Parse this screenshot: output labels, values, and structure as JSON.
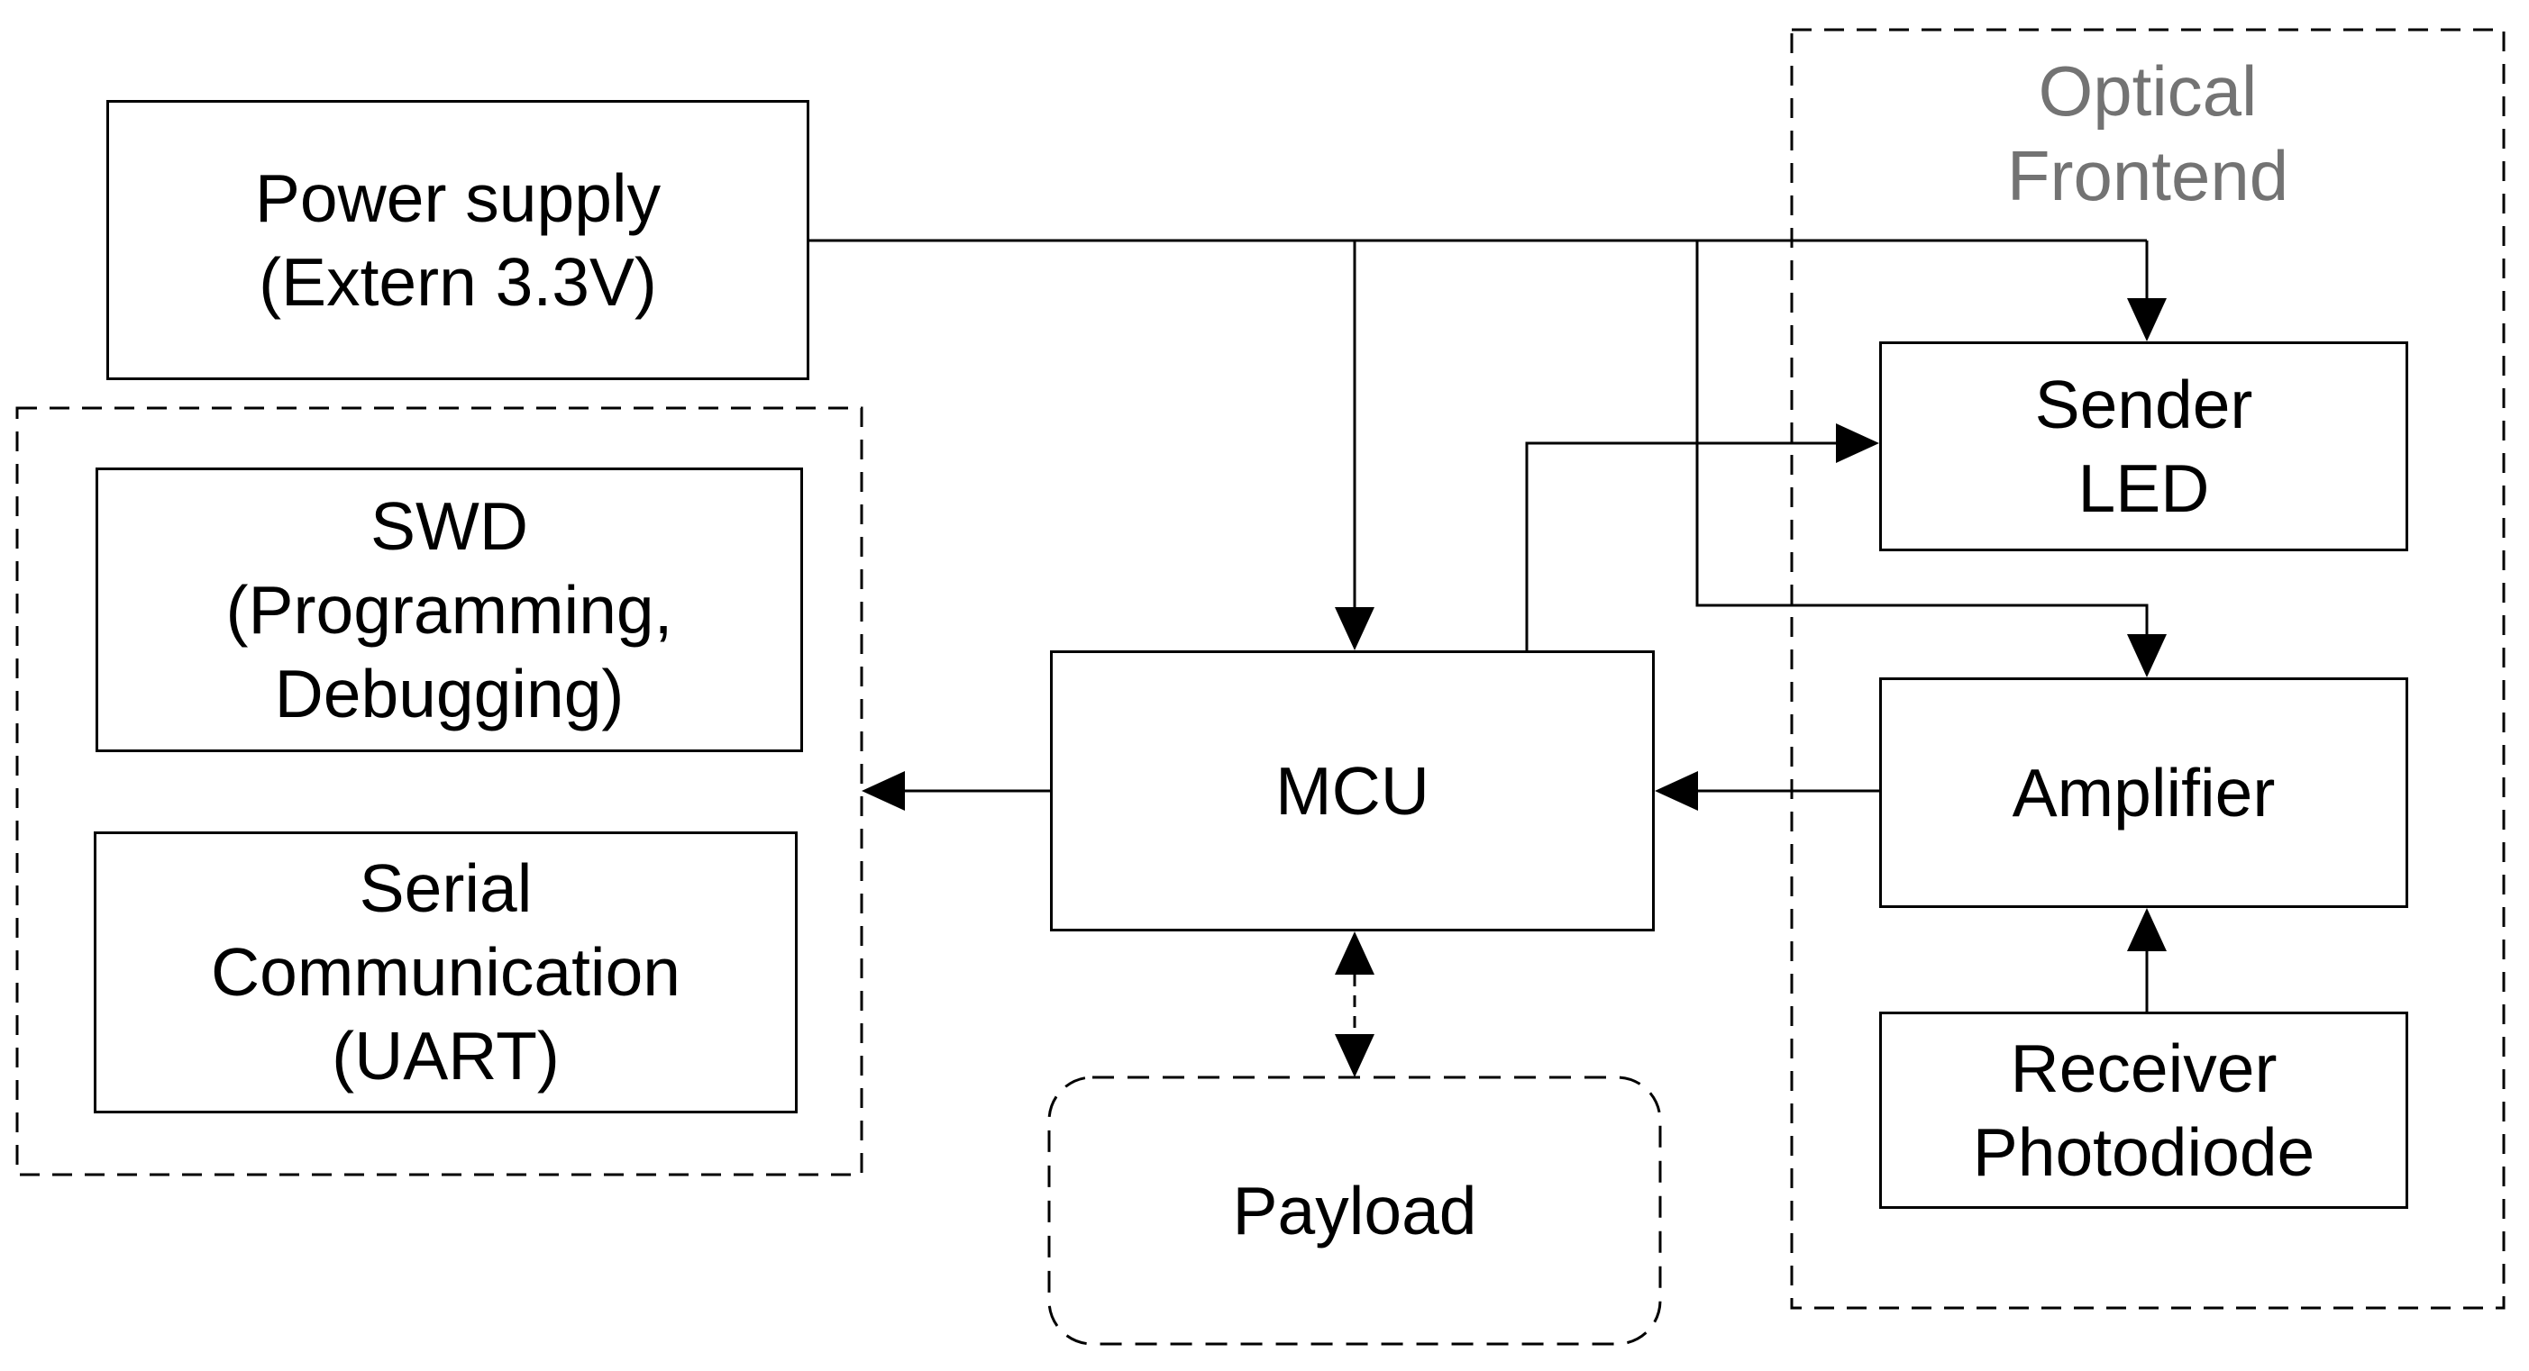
{
  "diagram": {
    "background_color": "#ffffff",
    "wire_color": "#000000",
    "group_label_color": "#737373",
    "blocks": {
      "power_supply": {
        "lines": [
          "Power supply",
          "(Extern 3.3V)"
        ]
      },
      "swd": {
        "lines": [
          "SWD",
          "(Programming,",
          "Debugging)"
        ]
      },
      "serial": {
        "lines": [
          "Serial",
          "Communication",
          "(UART)"
        ]
      },
      "mcu": {
        "lines": [
          "MCU"
        ]
      },
      "payload": {
        "lines": [
          "Payload"
        ]
      },
      "optical_frontend": {
        "lines": [
          "Optical",
          "Frontend"
        ]
      },
      "sender_led": {
        "lines": [
          "Sender",
          "LED"
        ]
      },
      "amplifier": {
        "lines": [
          "Amplifier"
        ]
      },
      "receiver_photodiode": {
        "lines": [
          "Receiver",
          "Photodiode"
        ]
      }
    }
  }
}
